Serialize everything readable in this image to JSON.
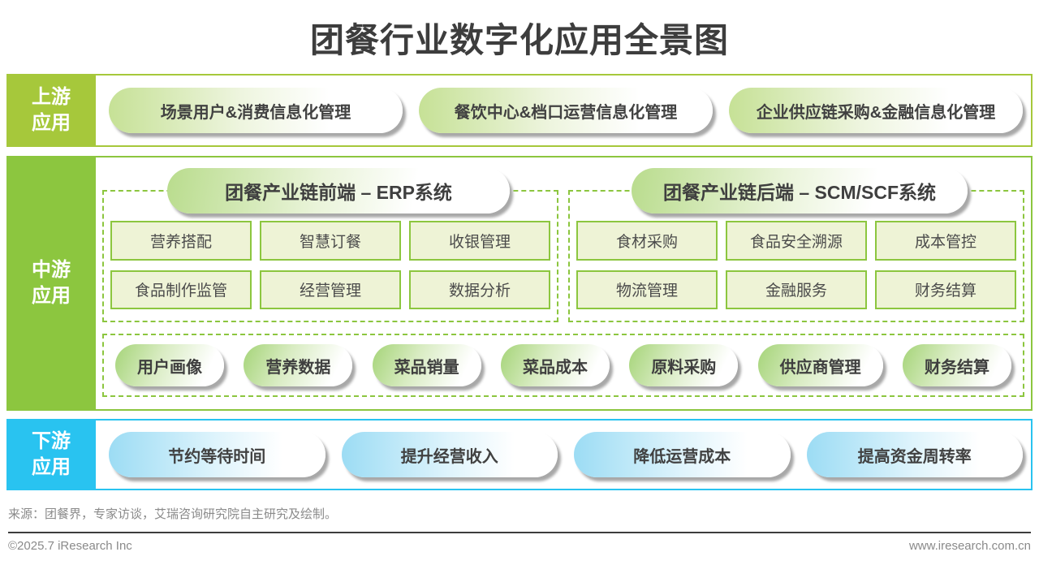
{
  "page": {
    "title": "团餐行业数字化应用全景图",
    "source_note": "来源：团餐界，专家访谈，艾瑞咨询研究院自主研究及绘制。",
    "copyright": "©2025.7 iResearch Inc",
    "website": "www.iresearch.com.cn"
  },
  "colors": {
    "upstream_green": "#a6c83b",
    "midstream_green": "#8cc63f",
    "downstream_blue": "#29c3f0",
    "title_gray": "#3d3d3d",
    "cell_fill": "#eef3d6",
    "shadow_gray": "#a8a8a8"
  },
  "upstream": {
    "label": [
      "上游",
      "应用"
    ],
    "pills": [
      "场景用户&消费信息化管理",
      "餐饮中心&档口运营信息化管理",
      "企业供应链采购&金融信息化管理"
    ]
  },
  "midstream": {
    "label": [
      "中游",
      "应用"
    ],
    "erp": {
      "header": "团餐产业链前端 – ERP系统",
      "cells": [
        "营养搭配",
        "智慧订餐",
        "收银管理",
        "食品制作监管",
        "经营管理",
        "数据分析"
      ]
    },
    "scm": {
      "header": "团餐产业链后端 – SCM/SCF系统",
      "cells": [
        "食材采购",
        "食品安全溯源",
        "成本管控",
        "物流管理",
        "金融服务",
        "财务结算"
      ]
    },
    "data_pills": [
      "用户画像",
      "营养数据",
      "菜品销量",
      "菜品成本",
      "原料采购",
      "供应商管理",
      "财务结算"
    ]
  },
  "downstream": {
    "label": [
      "下游",
      "应用"
    ],
    "pills": [
      "节约等待时间",
      "提升经营收入",
      "降低运营成本",
      "提高资金周转率"
    ]
  }
}
